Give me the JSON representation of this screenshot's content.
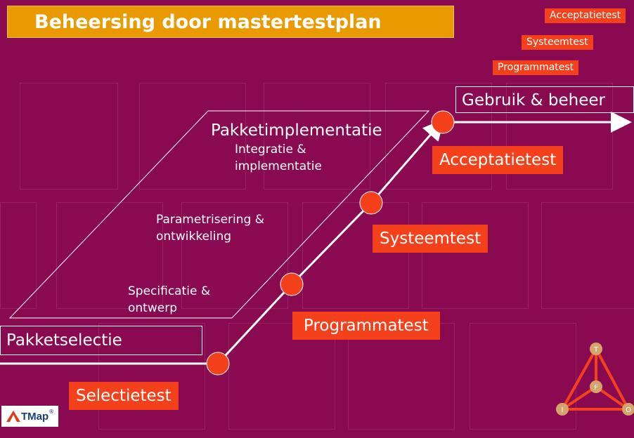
{
  "title": "Beheersing door mastertestplan",
  "test_levels": [
    "Acceptatietest",
    "Systeemtest",
    "Programmatest"
  ],
  "phases": {
    "selection": "Pakketselectie",
    "use": "Gebruik & beheer",
    "implementation": "Pakketimplementatie"
  },
  "steps": {
    "integration": [
      "Integratie &",
      "implementatie"
    ],
    "parametrisation": [
      "Parametrisering &",
      "ontwikkeling"
    ],
    "specification": [
      "Specificatie &",
      "ontwerp"
    ]
  },
  "tests": {
    "selection": "Selectietest",
    "program": "Programmatest",
    "system": "Systeemtest",
    "acceptance": "Acceptatietest"
  },
  "tmap_triangle": {
    "top": "T",
    "center": "F",
    "left": "I",
    "right": "O"
  },
  "logo": {
    "text": "TMap",
    "mark": "®"
  },
  "colors": {
    "background": "#8a0a52",
    "title_box": "#e89a00",
    "test_badge": "#f4411b",
    "milestone": "#f4411b",
    "triangle_node": "#d4a46a"
  }
}
